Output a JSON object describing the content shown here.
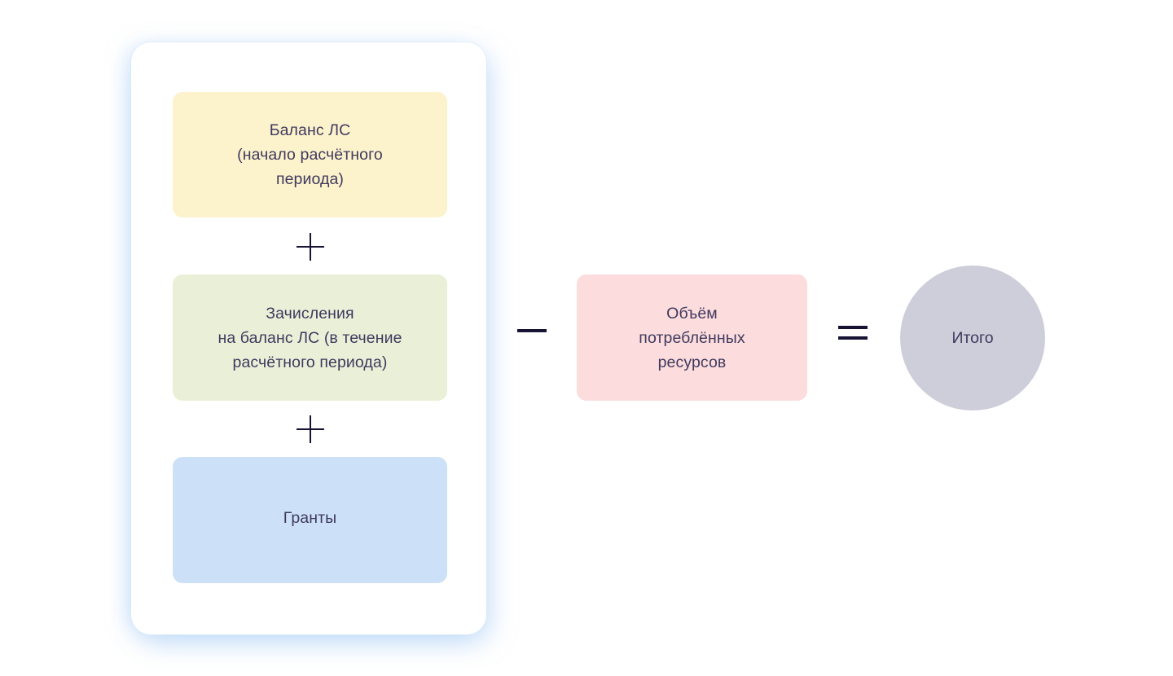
{
  "diagram": {
    "type": "formula-flow",
    "background_color": "#ffffff",
    "text_color": "#3f3a5e",
    "operator_color": "#171334",
    "panel": {
      "name": "accrual-panel",
      "background_color": "#ffffff",
      "glow_color": "#b0d2f7"
    },
    "addends": [
      {
        "id": "balance",
        "label": "Баланс ЛС\n(начало расчётного\nпериода)",
        "color": "#fcf2cc"
      },
      {
        "id": "credits",
        "label": "Зачисления\nна баланс ЛС (в течение\nрасчётного периода)",
        "color": "#eaf0d8"
      },
      {
        "id": "grants",
        "label": "Гранты",
        "color": "#cce1f7"
      }
    ],
    "subtrahend": {
      "id": "consumed",
      "label": "Объём\nпотреблённых\nресурсов",
      "color": "#fcdcdd"
    },
    "result": {
      "id": "total",
      "label": "Итого",
      "color": "#cecedb",
      "shape": "circle"
    },
    "operators": {
      "plus": "+",
      "minus": "−",
      "equals": "="
    }
  }
}
